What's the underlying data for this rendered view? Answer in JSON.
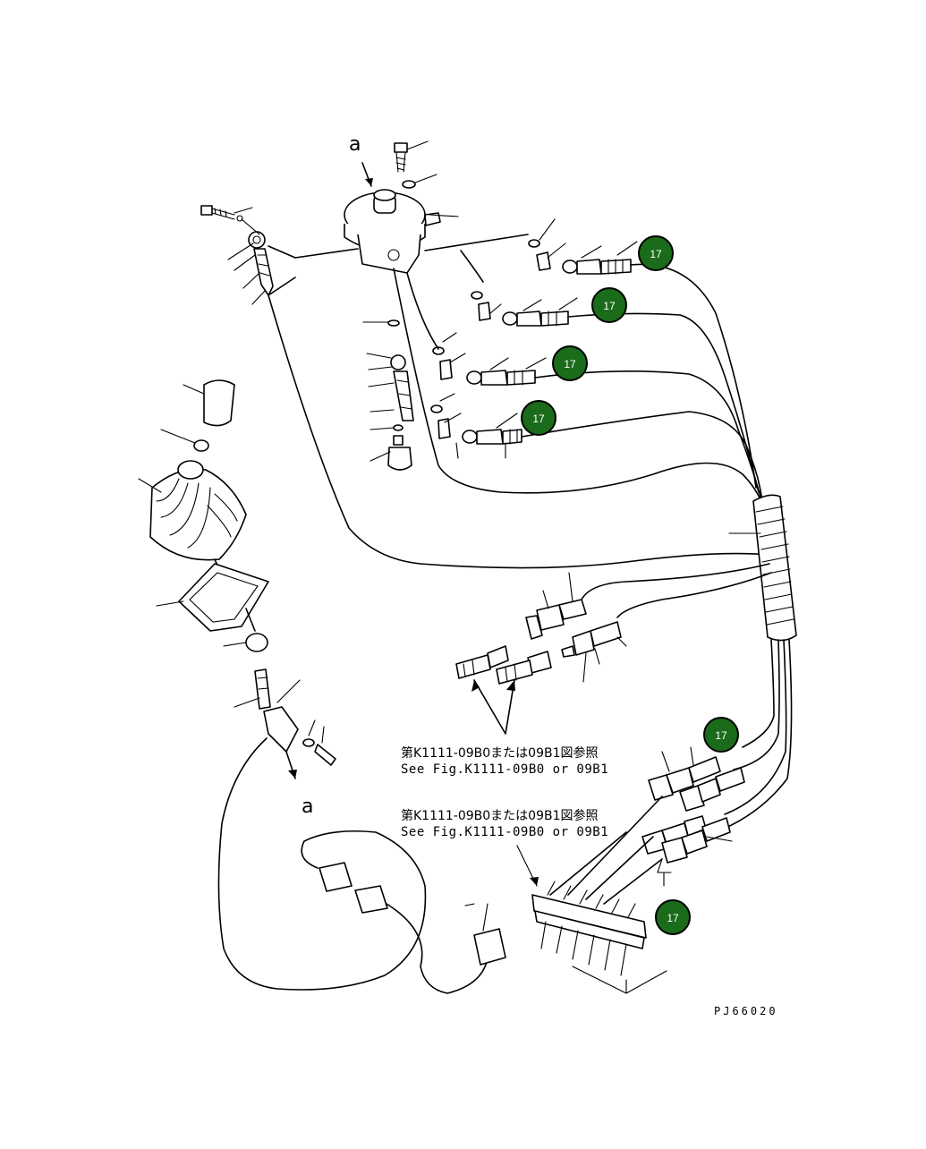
{
  "view_letters": {
    "top": "a",
    "bottom": "a"
  },
  "references": [
    {
      "jp": "第K1111-09B0または09B1図参照",
      "en": "See Fig.K1111-09B0 or 09B1"
    },
    {
      "jp": "第K1111-09B0または09B1図参照",
      "en": "See Fig.K1111-09B0 or 09B1"
    }
  ],
  "callouts": [
    "17",
    "17",
    "17",
    "17",
    "17",
    "17"
  ],
  "drawing_code": "PJ66020",
  "colors": {
    "badge_fill": "#1a6b1a",
    "badge_stroke": "#000000",
    "line": "#000000"
  }
}
